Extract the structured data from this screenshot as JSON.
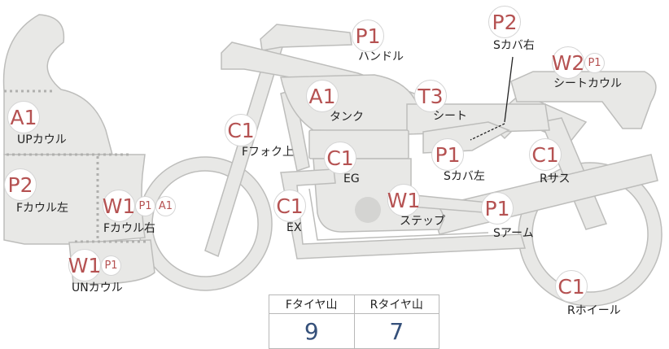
{
  "colors": {
    "fill": "#e8e8e6",
    "stroke": "#bdbdbb",
    "accent": "#b55252",
    "value": "#35507a"
  },
  "parts": [
    {
      "id": "handle",
      "label": "ハンドル",
      "grades": [
        "P1"
      ]
    },
    {
      "id": "s-cover-right",
      "label": "Sカバ右",
      "grades": [
        "P2"
      ]
    },
    {
      "id": "seat-cowl",
      "label": "シートカウル",
      "grades": [
        "W2",
        "P1"
      ]
    },
    {
      "id": "tank",
      "label": "タンク",
      "grades": [
        "A1"
      ]
    },
    {
      "id": "seat",
      "label": "シート",
      "grades": [
        "T3"
      ]
    },
    {
      "id": "up-cowl",
      "label": "UPカウル",
      "grades": [
        "A1"
      ]
    },
    {
      "id": "f-fork-upper",
      "label": "Fフォク上",
      "grades": [
        "C1"
      ]
    },
    {
      "id": "engine",
      "label": "EG",
      "grades": [
        "C1"
      ]
    },
    {
      "id": "s-cover-left",
      "label": "Sカバ左",
      "grades": [
        "P1"
      ]
    },
    {
      "id": "r-suspension",
      "label": "Rサス",
      "grades": [
        "C1"
      ]
    },
    {
      "id": "f-cowl-left",
      "label": "Fカウル左",
      "grades": [
        "P2"
      ]
    },
    {
      "id": "f-cowl-right",
      "label": "Fカウル右",
      "grades": [
        "W1",
        "P1",
        "A1"
      ]
    },
    {
      "id": "exhaust",
      "label": "EX",
      "grades": [
        "C1"
      ]
    },
    {
      "id": "step",
      "label": "ステップ",
      "grades": [
        "W1"
      ]
    },
    {
      "id": "swing-arm",
      "label": "Sアーム",
      "grades": [
        "P1"
      ]
    },
    {
      "id": "un-cowl",
      "label": "UNカウル",
      "grades": [
        "W1",
        "P1"
      ]
    },
    {
      "id": "r-wheel",
      "label": "Rホイール",
      "grades": [
        "C1"
      ]
    }
  ],
  "tire_table": {
    "headers": [
      "Fタイヤ山",
      "Rタイヤ山"
    ],
    "values": [
      "9",
      "7"
    ]
  }
}
